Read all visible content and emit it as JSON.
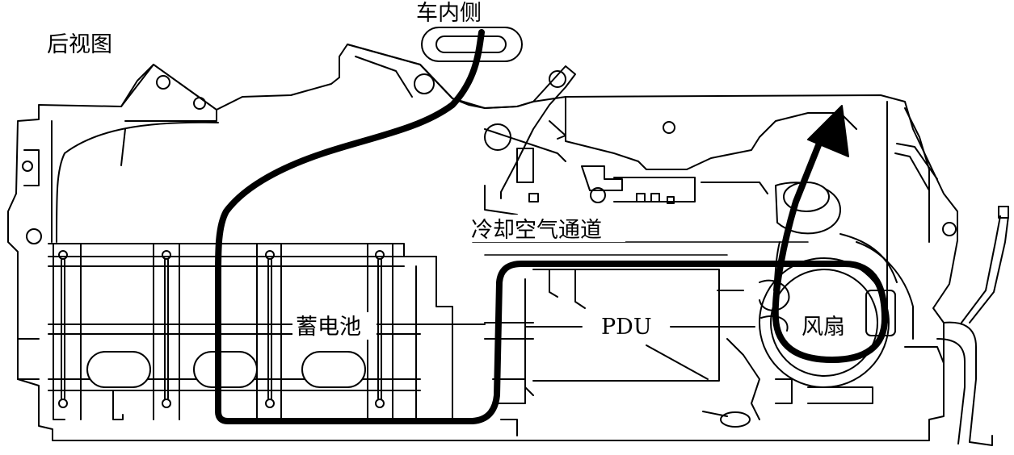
{
  "labels": {
    "rear_view": "后视图",
    "cabin_side": "车内侧",
    "cooling_air_duct": "冷却空气通道",
    "battery": "蓄电池",
    "pdu": "PDU",
    "fan": "风扇"
  },
  "colors": {
    "line": "#000000",
    "background": "#ffffff"
  }
}
